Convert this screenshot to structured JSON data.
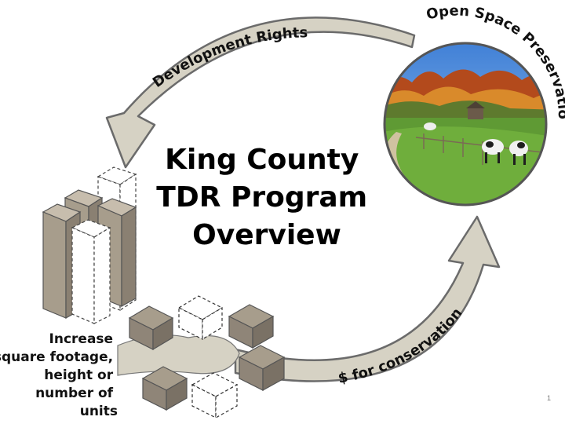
{
  "slide": {
    "title_lines": [
      "King County",
      "TDR Program",
      "Overview"
    ],
    "page_number": "1"
  },
  "arrows": {
    "top_label": "Development Rights",
    "bottom_label": "$ for conservation"
  },
  "preservation": {
    "label": "Open Space Preservation"
  },
  "development": {
    "label_lines": [
      "Increase",
      "square footage,",
      "height or",
      "number of",
      "units"
    ]
  },
  "colors": {
    "arrow_fill": "#d6d2c4",
    "arrow_stroke": "#6b6b6b",
    "building_fill": "#a79d8c",
    "house_fill": "#8f8578"
  }
}
